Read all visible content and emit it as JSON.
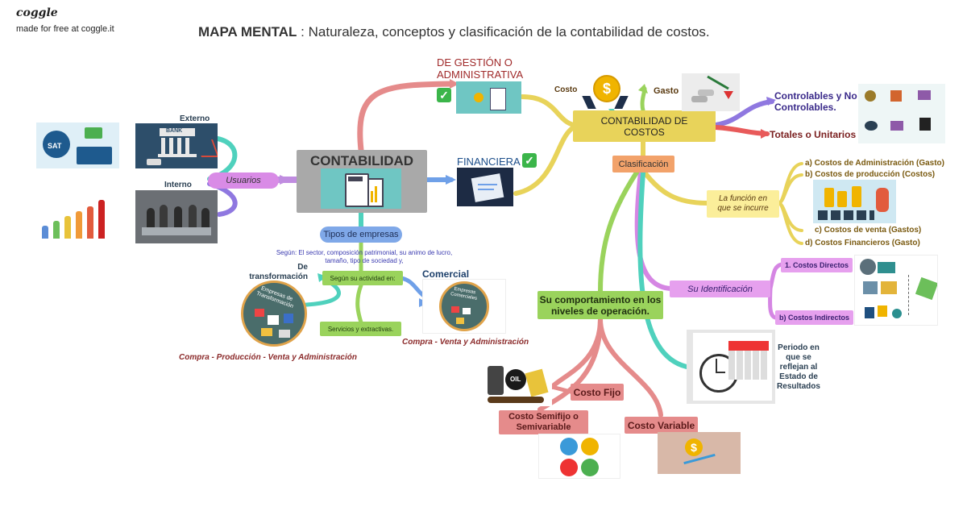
{
  "header": {
    "logo": "coggle",
    "made_with": "made for free at coggle.it",
    "title_bold": "MAPA MENTAL",
    "title_rest": " : Naturaleza, conceptos y clasificación de la contabilidad de costos."
  },
  "left": {
    "root": "CONTABILIDAD",
    "usuarios": "Usuarios",
    "externo": "Externo",
    "interno": "Interno",
    "gestion": "DE GESTIÓN O ADMINISTRATIVA",
    "financiera": "FINANCIERA",
    "tipos": "Tipos de empresas",
    "segun_text": "Según: El sector, composición patrimonial, su animo de lucro, tamaño, tipo de sociedad y,",
    "segun_actividad": "Según su actividad en:",
    "servicios": "Servicios y extractivas.",
    "de_transformacion": "De transformación",
    "comercial": "Comercial",
    "compra_produccion": "Compra - Producción - Venta y Administración",
    "compra_venta": "Compra - Venta y Administración",
    "badge_sat": "SAT",
    "badge_bank": "BANK",
    "badge_oil": "OIL",
    "circle_transformacion": "Empresas de Transformación",
    "circle_comercial": "Empresas Comerciales"
  },
  "right": {
    "root": "CONTABILIDAD DE COSTOS",
    "costo": "Costo",
    "gasto": "Gasto",
    "controlables": "Controlables y No Controlables.",
    "totales": "Totales o Unitarios",
    "clasificacion": "Clasificación",
    "funcion": "La función en que se incurre",
    "func_items": [
      "a) Costos de Administración (Gasto)",
      "b) Costos de producción (Costos)",
      "c) Costos de venta (Gastos)",
      "d) Costos Financieros (Gasto)"
    ],
    "identificacion": "Su Identificación",
    "directos": "1. Costos Directos",
    "indirectos": "b) Costos Indirectos",
    "comportamiento": "Su comportamiento en los niveles de operación.",
    "periodo": "Periodo en que se reflejan al Estado de Resultados",
    "fijo": "Costo Fijo",
    "semifijo": "Costo Semifijo o Semivariable",
    "variable": "Costo Variable"
  },
  "colors": {
    "teal": "#4fd1bd",
    "purple": "#8f78e0",
    "pink": "#e58b8b",
    "blue": "#6fa0e8",
    "yellow": "#e8d35a",
    "green": "#9ad35c",
    "magenta": "#d586e3",
    "salmon": "#e98a6f"
  }
}
